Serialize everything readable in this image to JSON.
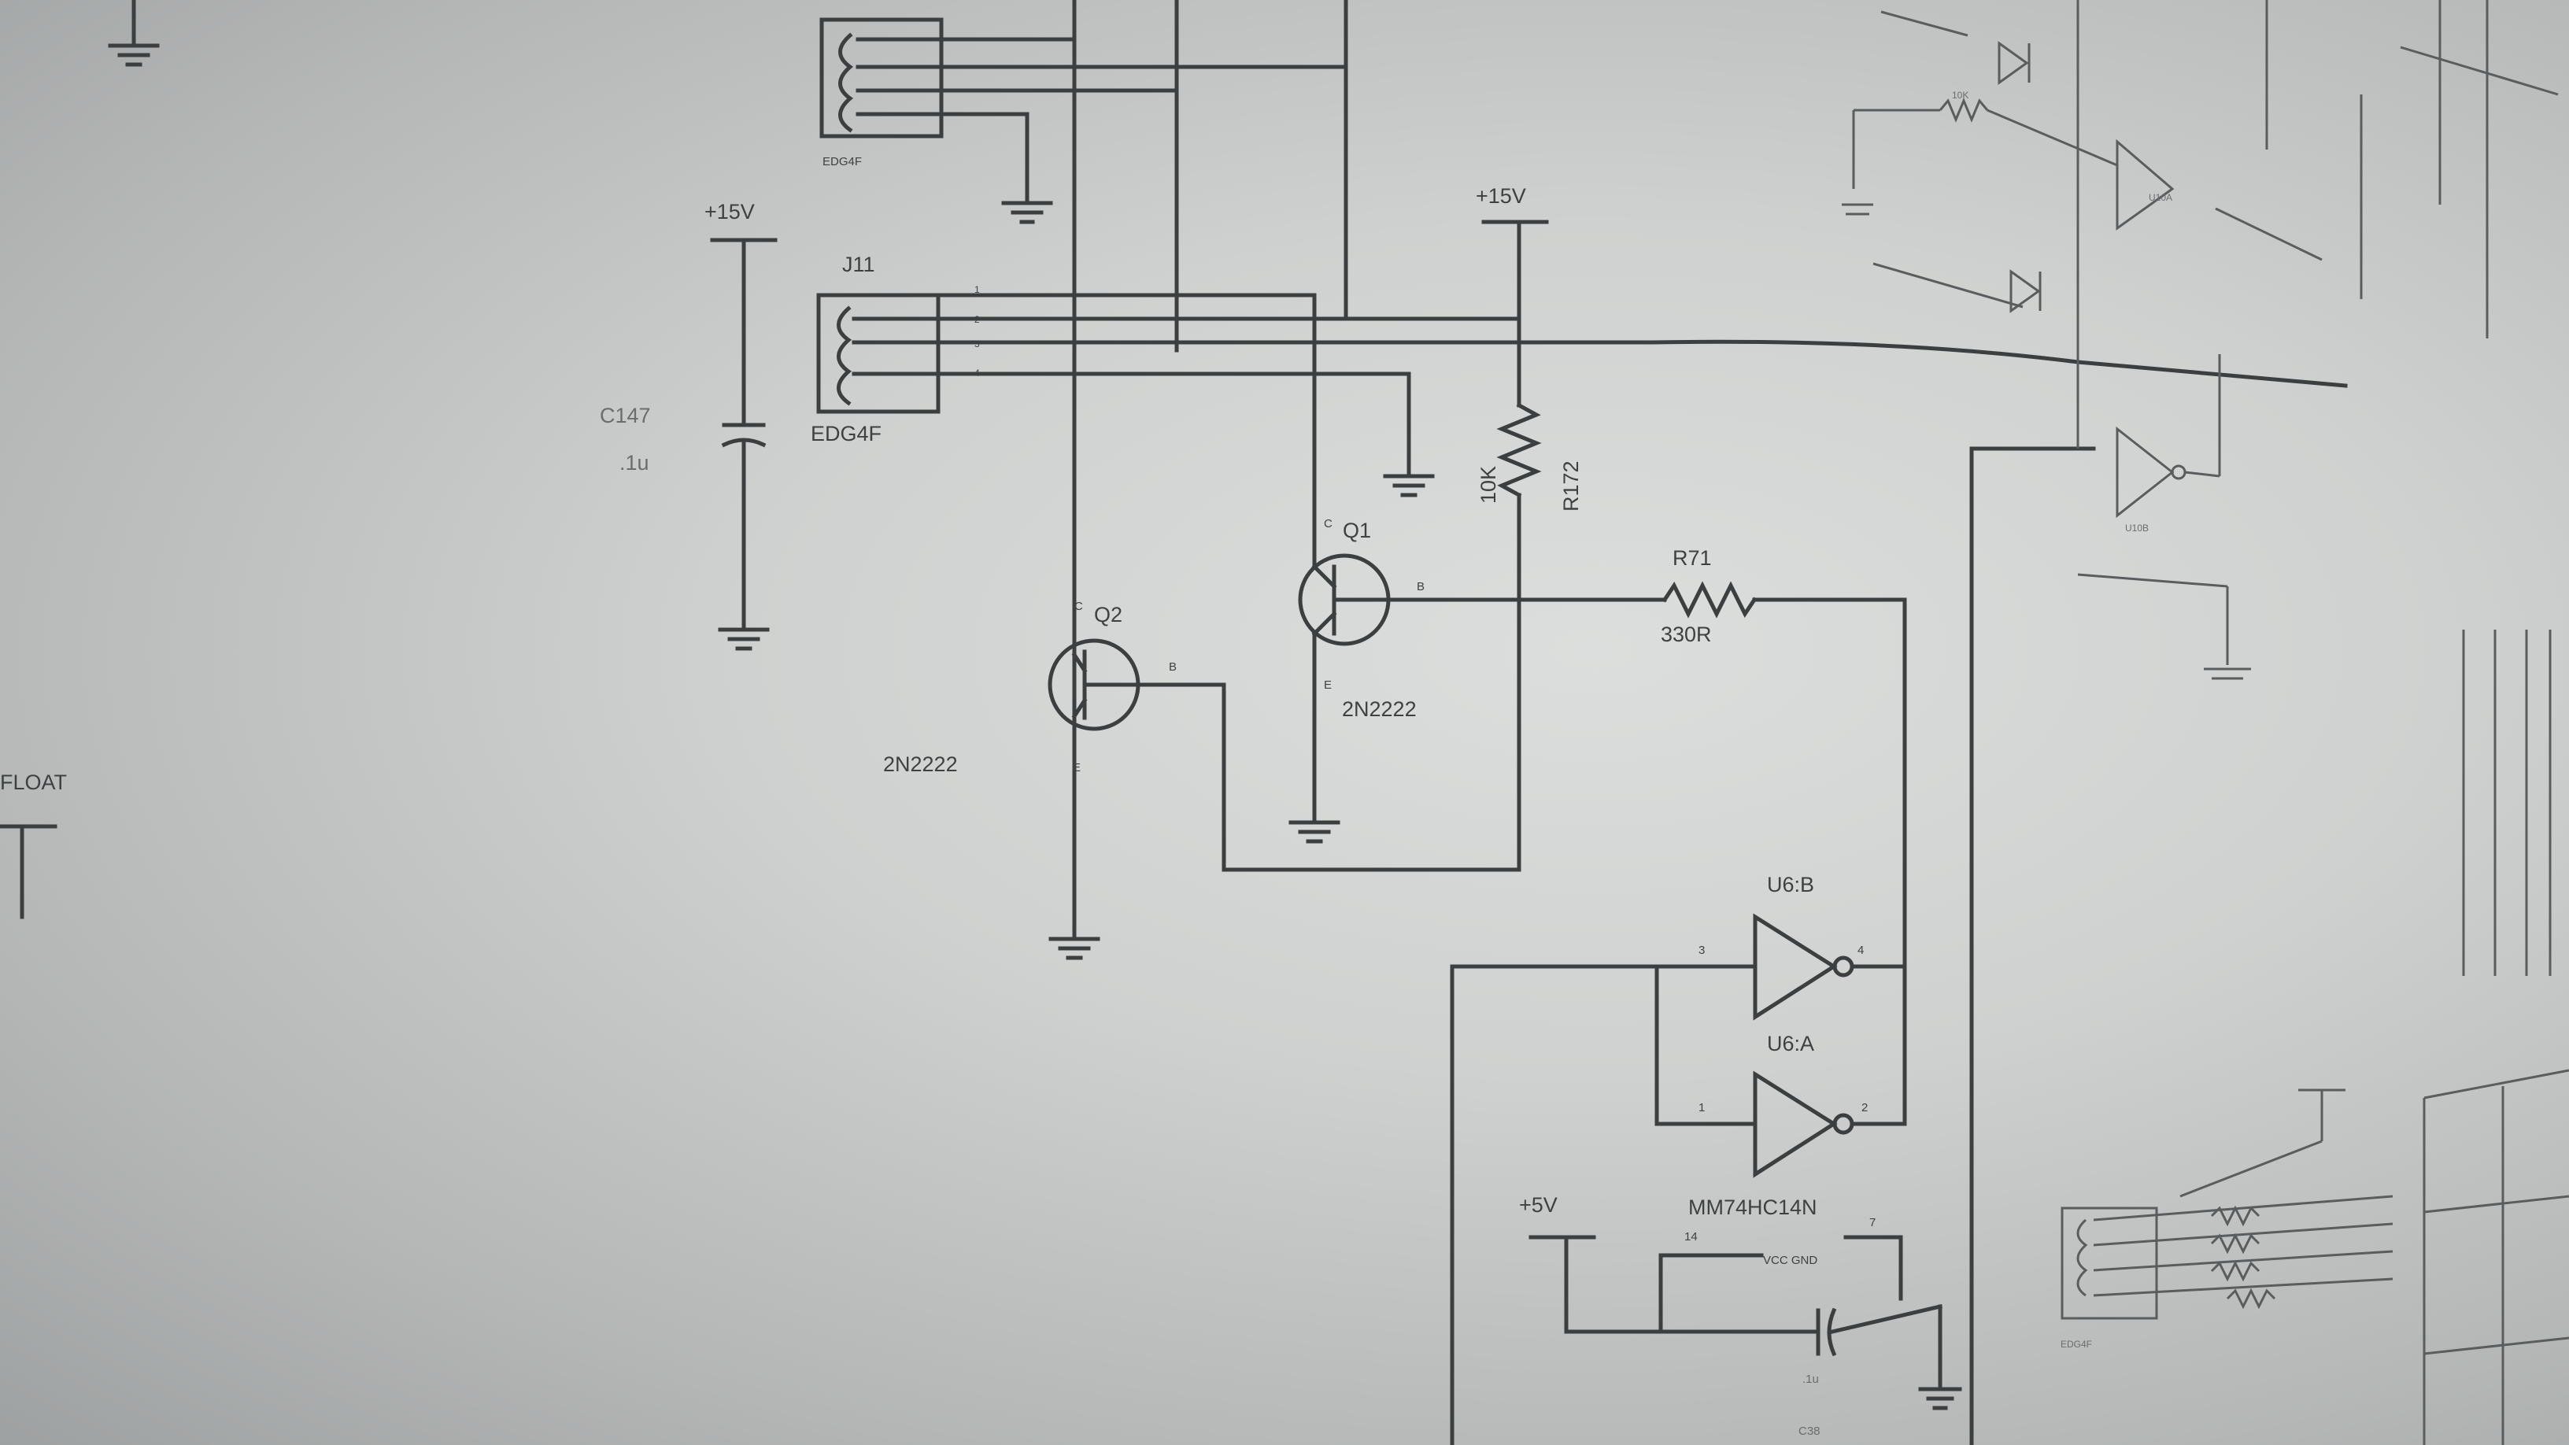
{
  "labels": {
    "float": "FLOAT",
    "c147_ref": "C147",
    "c147_val": ".1u",
    "plus15_cap": "+15V",
    "plus15_top": "+15V",
    "j11": "J11",
    "edg4f_top": "EDG4F",
    "edg4f_j11": "EDG4F",
    "edg4f_lower_right": "EDG4F",
    "r172_val": "10K",
    "r172_ref": "R172",
    "q1": "Q1",
    "q2": "Q2",
    "q1_part": "2N2222",
    "q2_part": "2N2222",
    "r71_ref": "R71",
    "r71_val": "330R",
    "u6b": "U6:B",
    "u6a": "U6:A",
    "mm74": "MM74HC14N",
    "plus5": "+5V",
    "vcc_gnd": "VCC GND",
    "pin_14": "14",
    "pin_7": "7",
    "pin_3": "3",
    "pin_4": "4",
    "pin_1": "1",
    "pin_2": "2",
    "pin_c_q1": "C",
    "pin_b_q1": "B",
    "pin_e_q1": "E",
    "pin_c_q2": "C",
    "pin_b_q2": "B",
    "pin_e_q2": "E",
    "cap_small_val": ".1u",
    "cap_small_ref": "C38",
    "u10_top": "U10A",
    "u10_bot": "U10B",
    "r10k_small": "10K",
    "conn_pins": [
      "1",
      "2",
      "3",
      "4"
    ]
  }
}
